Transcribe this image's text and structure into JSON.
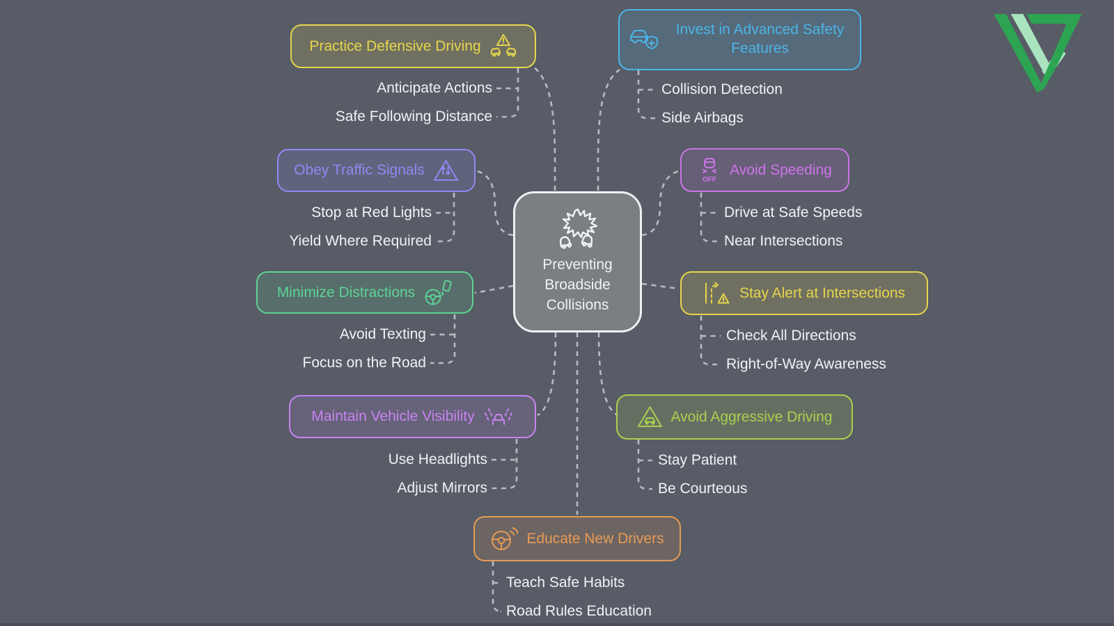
{
  "palette": {
    "background": "#575c66",
    "connector": "#b7bcc3",
    "sub_text": "#f1f2f4"
  },
  "center": {
    "label": "Preventing Broadside Collisions",
    "fill": "#7b7e82",
    "border": "#eef0f2",
    "icon": "car-collision-icon"
  },
  "branches": [
    {
      "label": "Practice Defensive Driving",
      "color": "#e6d64c",
      "fill": "rgba(230,214,76,0.17)",
      "icon": "defensive-driving-icon",
      "children": [
        "Anticipate Actions",
        "Safe Following Distance"
      ]
    },
    {
      "label": "Invest in Advanced Safety Features",
      "color": "#4cb4e8",
      "fill": "rgba(76,180,232,0.16)",
      "icon": "car-shield-icon",
      "children": [
        "Collision Detection",
        "Side Airbags"
      ]
    },
    {
      "label": "Obey Traffic Signals",
      "color": "#9188f2",
      "fill": "rgba(145,136,242,0.16)",
      "icon": "traffic-sign-arrows-icon",
      "children": [
        "Stop at Red Lights",
        "Yield Where Required"
      ]
    },
    {
      "label": "Avoid Speeding",
      "color": "#cd74e9",
      "fill": "rgba(205,116,233,0.14)",
      "icon": "traction-off-icon",
      "children": [
        "Drive at Safe Speeds",
        "Near Intersections"
      ]
    },
    {
      "label": "Minimize Distractions",
      "color": "#5dd495",
      "fill": "rgba(93,212,149,0.15)",
      "icon": "steering-wheel-phone-icon",
      "children": [
        "Avoid Texting",
        "Focus on the Road"
      ]
    },
    {
      "label": "Stay Alert at Intersections",
      "color": "#e6d64c",
      "fill": "rgba(230,214,76,0.17)",
      "icon": "lane-alert-icon",
      "children": [
        "Check All Directions",
        "Right-of-Way Awareness"
      ]
    },
    {
      "label": "Maintain Vehicle Visibility",
      "color": "#c884f2",
      "fill": "rgba(200,132,242,0.14)",
      "icon": "car-beams-icon",
      "children": [
        "Use Headlights",
        "Adjust Mirrors"
      ]
    },
    {
      "label": "Avoid Aggressive Driving",
      "color": "#aad14e",
      "fill": "rgba(170,209,78,0.16)",
      "icon": "car-warning-triangle-icon",
      "children": [
        "Stay Patient",
        "Be Courteous"
      ]
    },
    {
      "label": "Educate New Drivers",
      "color": "#e89b54",
      "fill": "rgba(232,155,84,0.15)",
      "icon": "steering-wheel-waves-icon",
      "children": [
        "Teach Safe Habits",
        "Road Rules Education"
      ]
    }
  ],
  "logo": {
    "name": "VP logo",
    "color_dark": "#2da452",
    "color_light": "#a9e4bf"
  }
}
